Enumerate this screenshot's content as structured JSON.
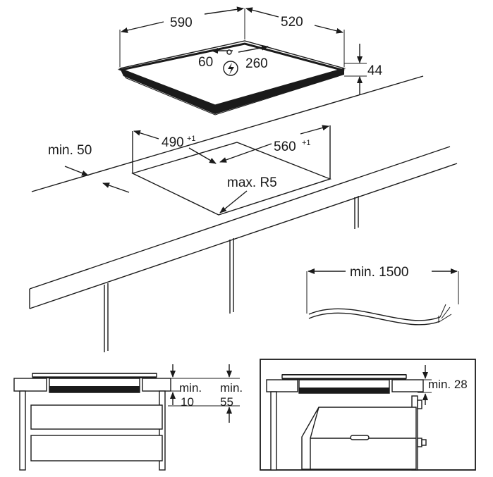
{
  "labels": {
    "width_590": "590",
    "depth_520": "520",
    "offset_60": "60",
    "offset_260": "260",
    "height_44": "44",
    "cutout_490": "490",
    "cutout_490_tol": "+1",
    "cutout_560": "560",
    "cutout_560_tol": "+1",
    "min_50": "min. 50",
    "max_r5": "max. R5",
    "cable_min_1500": "min. 1500",
    "left_min_1": "min.",
    "left_val_10": "10",
    "left_min_2": "min.",
    "left_val_55": "55",
    "right_min_28": "min. 28"
  },
  "icons": {
    "electrical": "lightning-in-circle-icon"
  }
}
